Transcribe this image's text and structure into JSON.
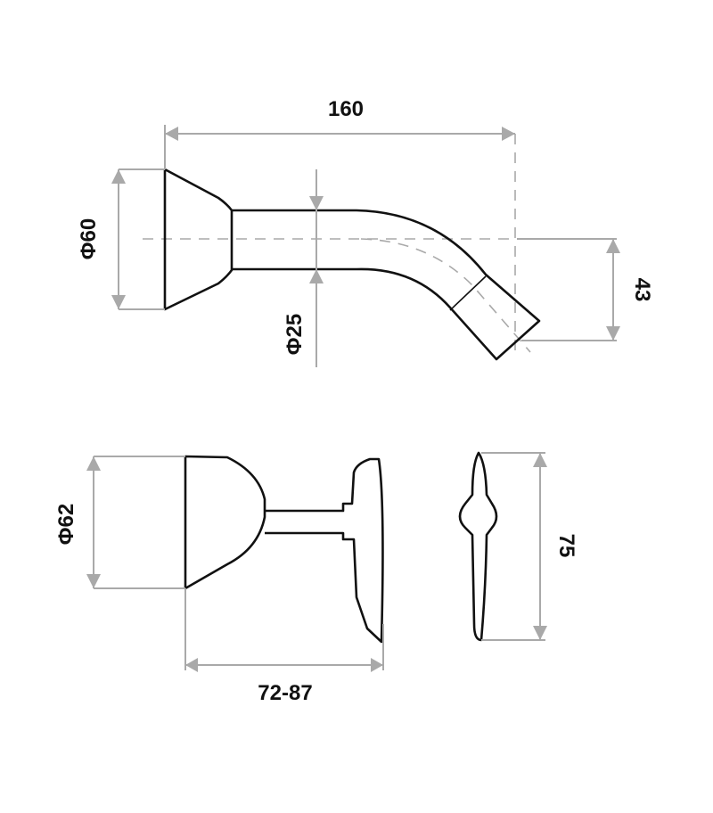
{
  "drawing": {
    "spout_side_view": {
      "length_label": "160",
      "flange_diameter_label": "Φ60",
      "pipe_diameter_label": "Φ25",
      "drop_label": "43"
    },
    "tap_side_view": {
      "flange_diameter_label": "Φ62",
      "projection_label": "72-87"
    },
    "handle_front_view": {
      "height_label": "75"
    },
    "colors": {
      "outline": "#111111",
      "dimension": "#a9a9a9"
    }
  }
}
